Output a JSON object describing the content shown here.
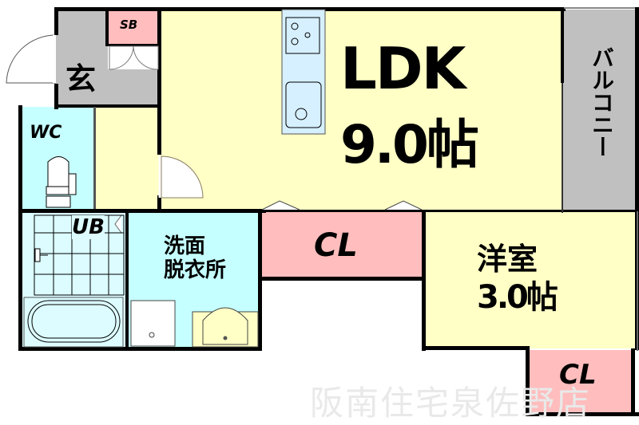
{
  "floor_plan": {
    "rooms": {
      "ldk": {
        "name": "LDK",
        "size": "9.0帖"
      },
      "western_room": {
        "name": "洋室",
        "size": "3.0帖"
      },
      "balcony": {
        "name": "バルコニー"
      },
      "entrance": {
        "name": "玄"
      },
      "shoe_box": {
        "name": "SB"
      },
      "toilet": {
        "name": "WC"
      },
      "unit_bath": {
        "name": "UB"
      },
      "washroom": {
        "line1": "洗面",
        "line2": "脱衣所"
      },
      "closet_main": {
        "name": "CL"
      },
      "closet_western": {
        "name": "CL"
      }
    },
    "watermark": "阪南住宅泉佐野店",
    "colors": {
      "ldk": "#ffffc6",
      "western_room": "#ffffc6",
      "closet": "#ffbdbd",
      "shoe_box": "#ffbdbd",
      "wet_area": "#c6ffff",
      "entrance": "#c0c0c0",
      "balcony": "#c0c0c0",
      "kitchen_counter": "#d6f0ff",
      "wall": "#000000"
    }
  }
}
